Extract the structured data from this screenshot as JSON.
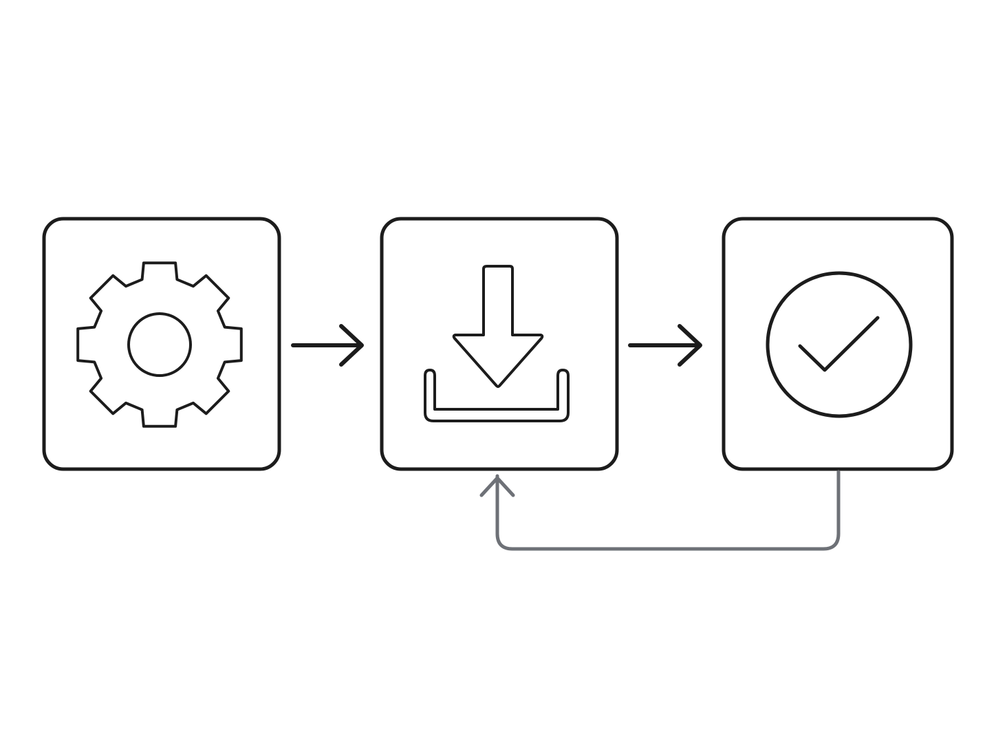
{
  "diagram": {
    "nodes": [
      {
        "id": "configure",
        "icon": "gear-icon"
      },
      {
        "id": "download",
        "icon": "download-icon"
      },
      {
        "id": "verify",
        "icon": "check-circle-icon"
      }
    ],
    "edges": [
      {
        "from": "configure",
        "to": "download",
        "style": "solid"
      },
      {
        "from": "download",
        "to": "verify",
        "style": "solid"
      },
      {
        "from": "verify",
        "to": "download",
        "style": "loop-back"
      }
    ],
    "colors": {
      "stroke": "#1c1c1c",
      "loop_stroke": "#6e7177",
      "background": "#ffffff"
    }
  }
}
